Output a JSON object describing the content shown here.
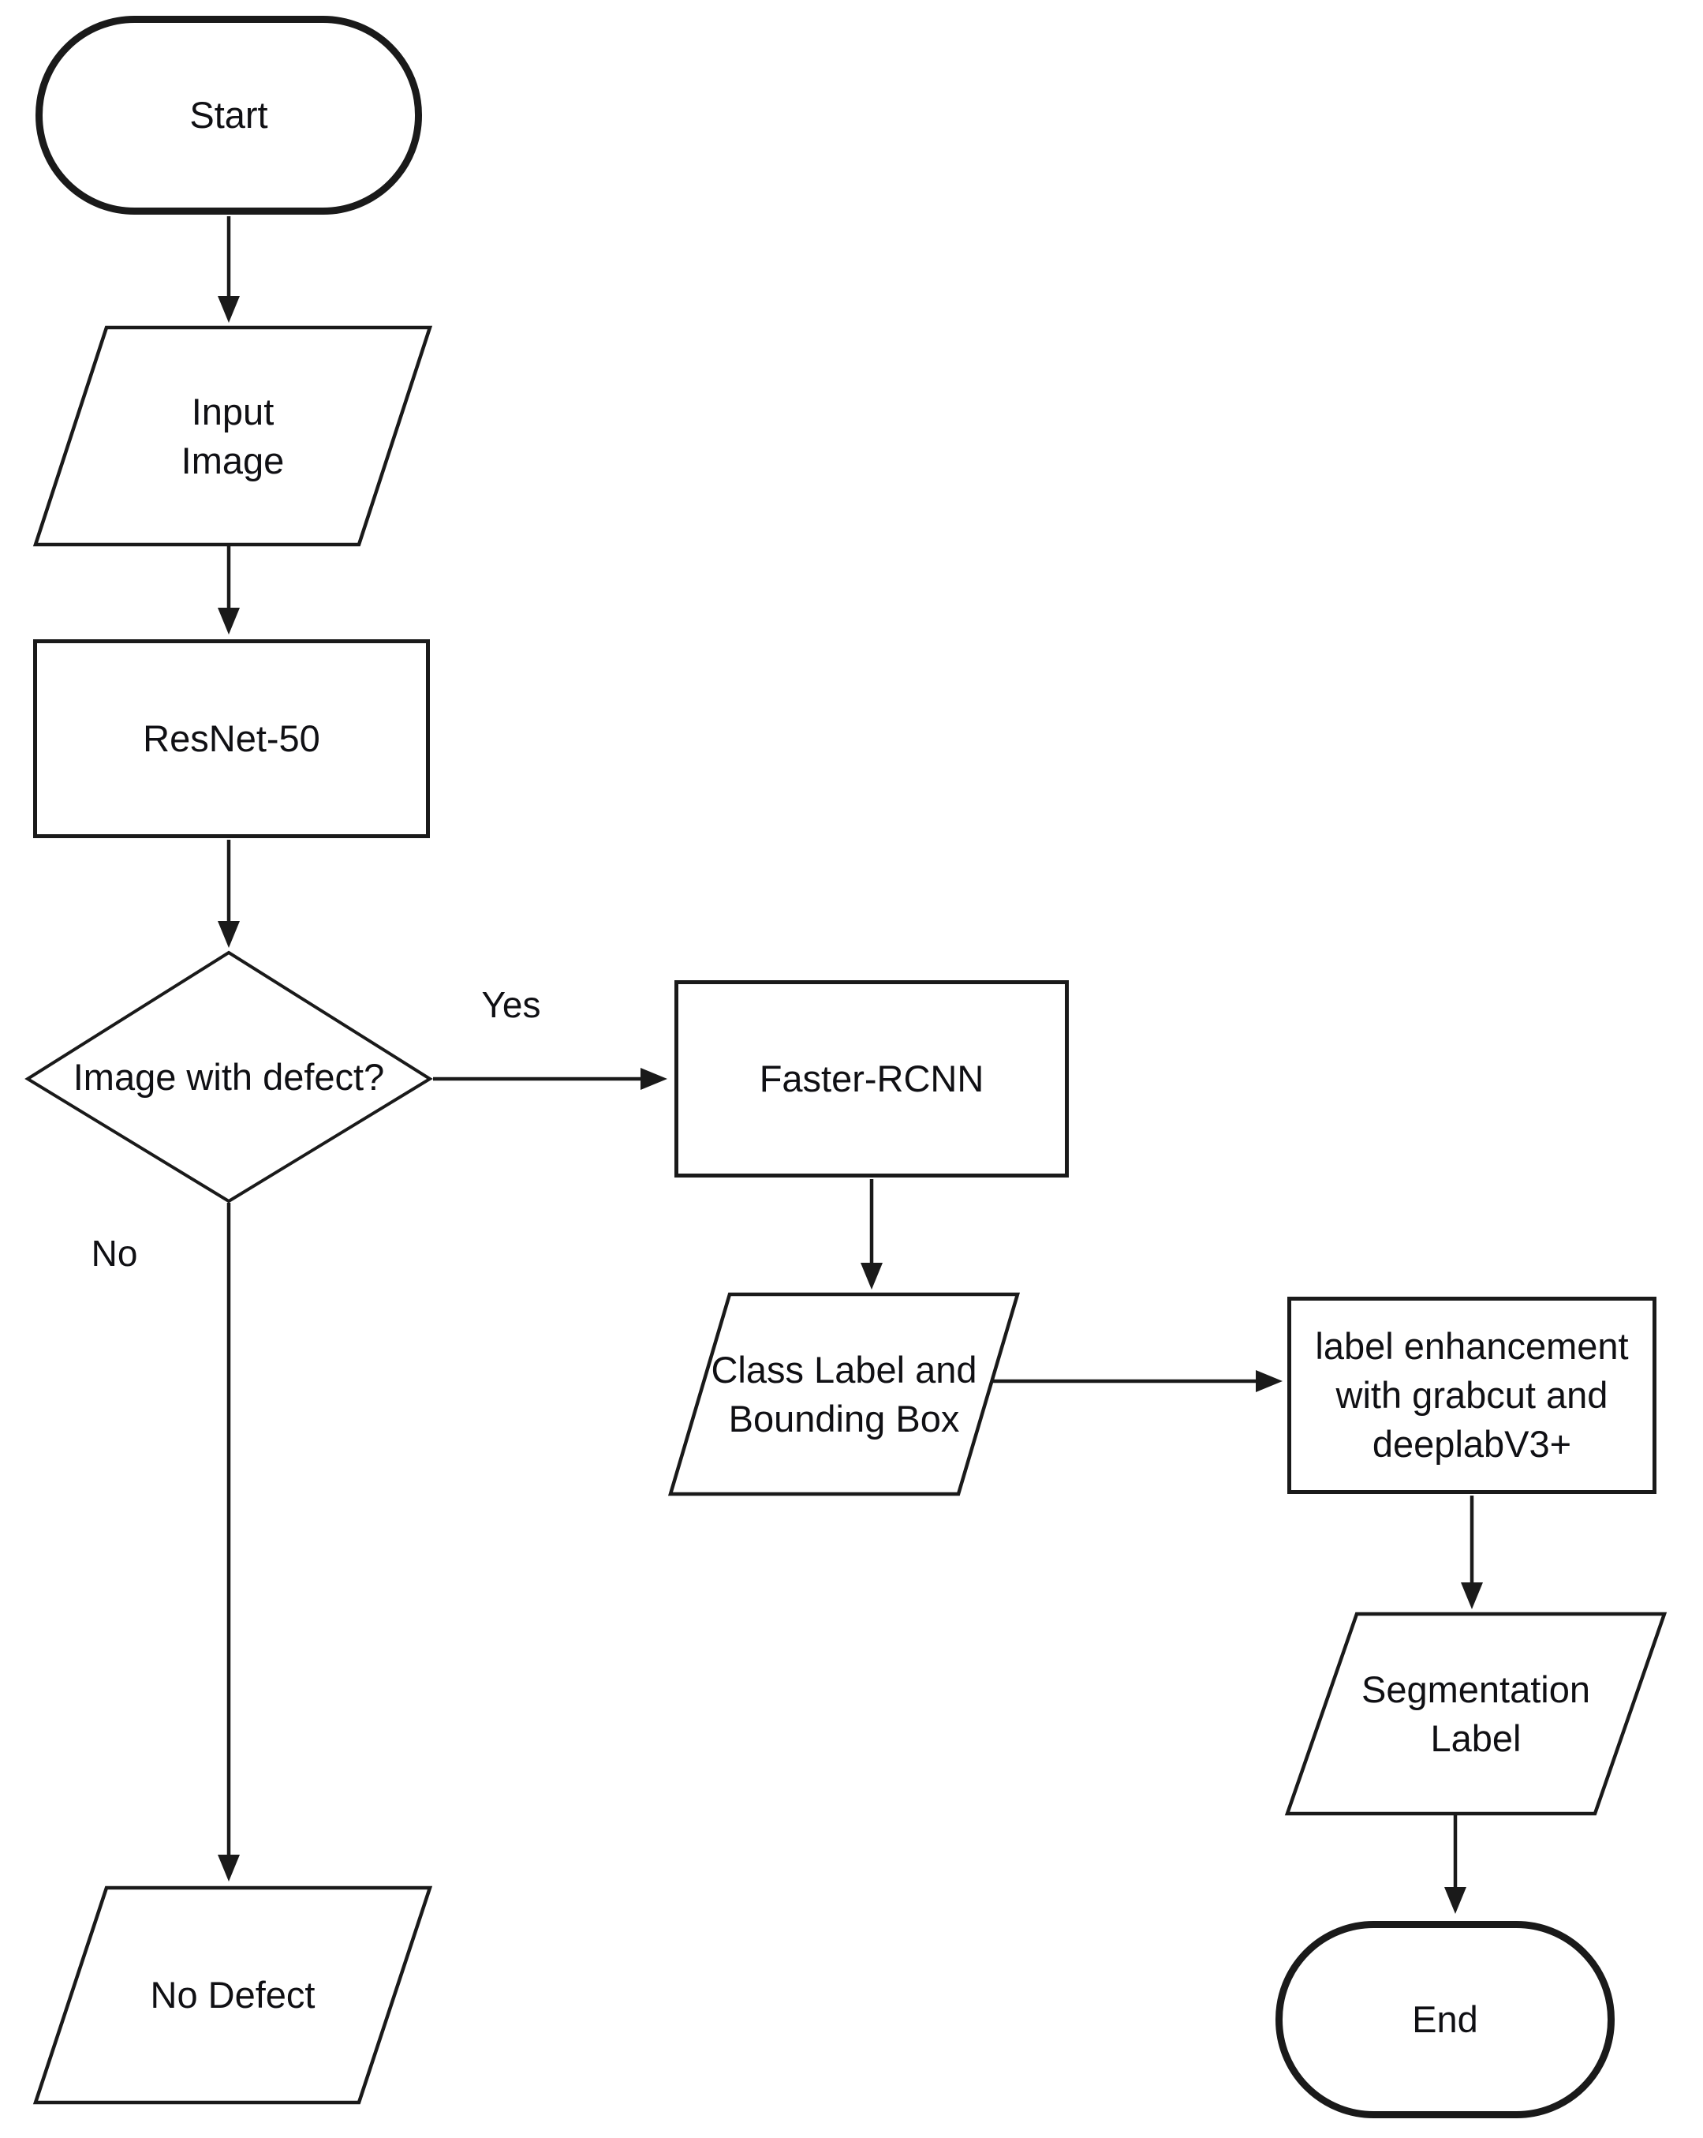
{
  "diagram": {
    "type": "flowchart",
    "colors": {
      "background": "#ffffff",
      "stroke": "#1a1a1a",
      "text": "#101014"
    },
    "nodes": [
      {
        "id": "start",
        "shape": "terminator",
        "label": "Start"
      },
      {
        "id": "input-image",
        "shape": "parallelogram",
        "label": "Input\nImage"
      },
      {
        "id": "resnet-50",
        "shape": "process",
        "label": "ResNet-50"
      },
      {
        "id": "defect-decision",
        "shape": "decision",
        "label": "Image with defect?"
      },
      {
        "id": "faster-rcnn",
        "shape": "process",
        "label": "Faster-RCNN"
      },
      {
        "id": "class-label-bbox",
        "shape": "parallelogram",
        "label": "Class Label and\nBounding Box"
      },
      {
        "id": "label-enhancement",
        "shape": "process",
        "label": "label enhancement\nwith grabcut and\ndeeplabV3+"
      },
      {
        "id": "segmentation-label",
        "shape": "parallelogram",
        "label": "Segmentation\nLabel"
      },
      {
        "id": "no-defect",
        "shape": "parallelogram",
        "label": "No Defect"
      },
      {
        "id": "end",
        "shape": "terminator",
        "label": "End"
      }
    ],
    "edges": [
      {
        "from": "start",
        "to": "input-image"
      },
      {
        "from": "input-image",
        "to": "resnet-50"
      },
      {
        "from": "resnet-50",
        "to": "defect-decision"
      },
      {
        "from": "defect-decision",
        "to": "faster-rcnn",
        "label": "Yes"
      },
      {
        "from": "defect-decision",
        "to": "no-defect",
        "label": "No"
      },
      {
        "from": "faster-rcnn",
        "to": "class-label-bbox"
      },
      {
        "from": "class-label-bbox",
        "to": "label-enhancement"
      },
      {
        "from": "label-enhancement",
        "to": "segmentation-label"
      },
      {
        "from": "segmentation-label",
        "to": "end"
      }
    ]
  }
}
